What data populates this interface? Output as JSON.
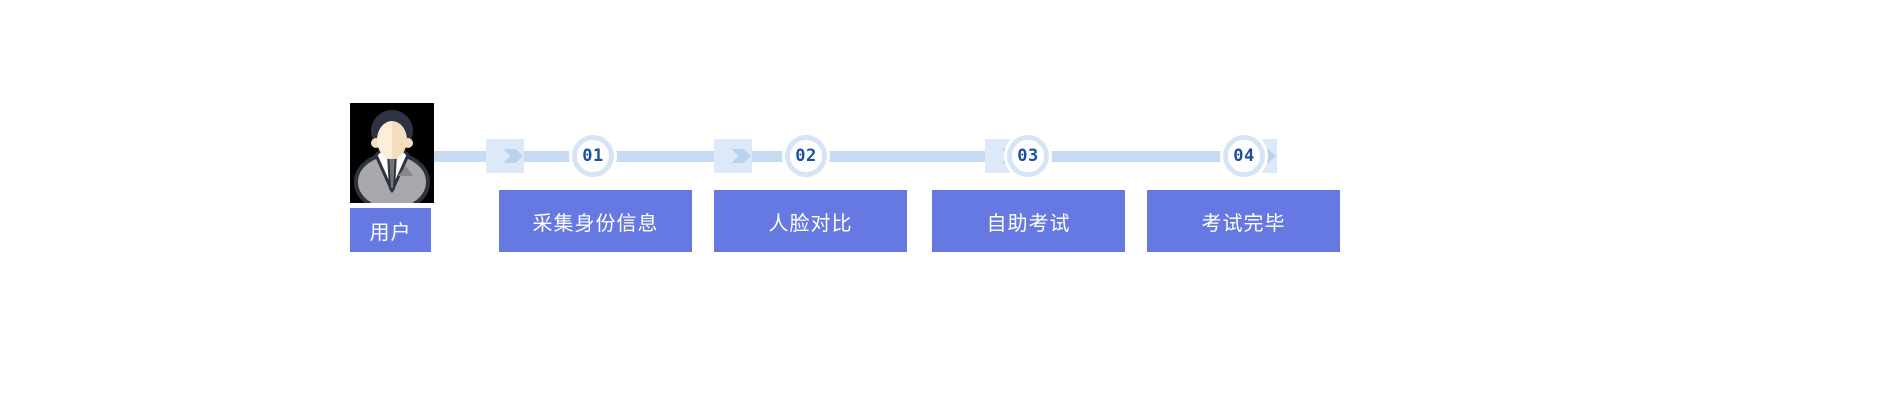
{
  "flow": {
    "user": {
      "label": "用户"
    },
    "steps": [
      {
        "number": "01",
        "label": "采集身份信息"
      },
      {
        "number": "02",
        "label": "人脸对比"
      },
      {
        "number": "03",
        "label": "自助考试"
      },
      {
        "number": "04",
        "label": "考试完毕"
      }
    ]
  },
  "icons": {
    "avatar": "user-person-avatar"
  },
  "colors": {
    "step_box": "#6678e2",
    "step_text": "#ffffff",
    "timeline": "#c6dbf2",
    "marker_square": "#dde9f9",
    "marker_arrow": "#b9d2ee",
    "circle_ring": "#d6e4f6",
    "circle_fill": "#ffffff",
    "number_text": "#1d4fa1",
    "avatar_background": "#000000",
    "background": "#ffffff"
  }
}
